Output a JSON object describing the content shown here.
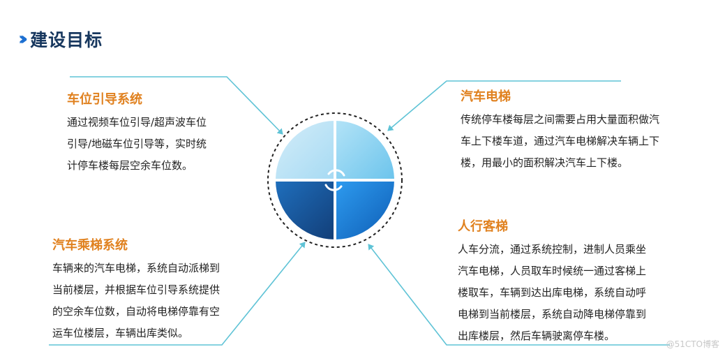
{
  "header": {
    "title": "建设目标"
  },
  "blocks": {
    "parking": {
      "title": "车位引导系统",
      "lines": [
        "通过视频车位引导/超声波车位",
        "引导/地磁车位引导等，实时统",
        "计停车楼每层空余车位数。"
      ]
    },
    "car_elevator": {
      "title": "汽车电梯",
      "lines": [
        "传统停车楼每层之间需要占用大量面积做汽",
        "车上下楼车道，通过汽车电梯解决车辆上下",
        "楼，用最小的面积解决汽车上下楼。"
      ]
    },
    "car_ride": {
      "title": "汽车乘梯系统",
      "lines": [
        "车辆来的汽车电梯，系统自动派梯到",
        "当前楼层，并根据车位引导系统提供",
        "的空余车位数，自动将电梯停靠有空",
        "运车位楼层，车辆出库类似。"
      ]
    },
    "passenger": {
      "title": "人行客梯",
      "lines": [
        "人车分流，通过系统控制，进制人员乘坐",
        "汽车电梯，人员取车时候统一通过客梯上",
        "楼取车，车辆到达出库电梯，系统自动呼",
        "电梯到当前楼层，系统自动降电梯停靠到",
        "出库楼层，然后车辆驶离停车楼。"
      ]
    }
  },
  "watermark": "@51CTO博客",
  "colors": {
    "title": "#17375e",
    "accent": "#1c6fd1",
    "heading": "#e0811f",
    "connector": "#5fc3d6",
    "q_top_left": "#bfe3f6",
    "q_top_right": "#8fd3f2",
    "q_bottom_left": "#1a5ea8",
    "q_bottom_right": "#1b7fd6"
  }
}
